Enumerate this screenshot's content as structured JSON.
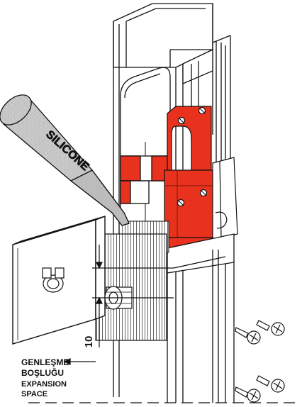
{
  "diagram": {
    "tube_label": "SILICONE",
    "dimension_value": "10",
    "callout": {
      "line1": "GENLEŞME",
      "line2": "BOŞLUĞU",
      "line3": "EXPANSION",
      "line4": "SPACE"
    },
    "colors": {
      "accent_red": "#e8321e",
      "line": "#111111",
      "tube_gray": "#c8c8c8"
    },
    "screw_count": 4
  }
}
